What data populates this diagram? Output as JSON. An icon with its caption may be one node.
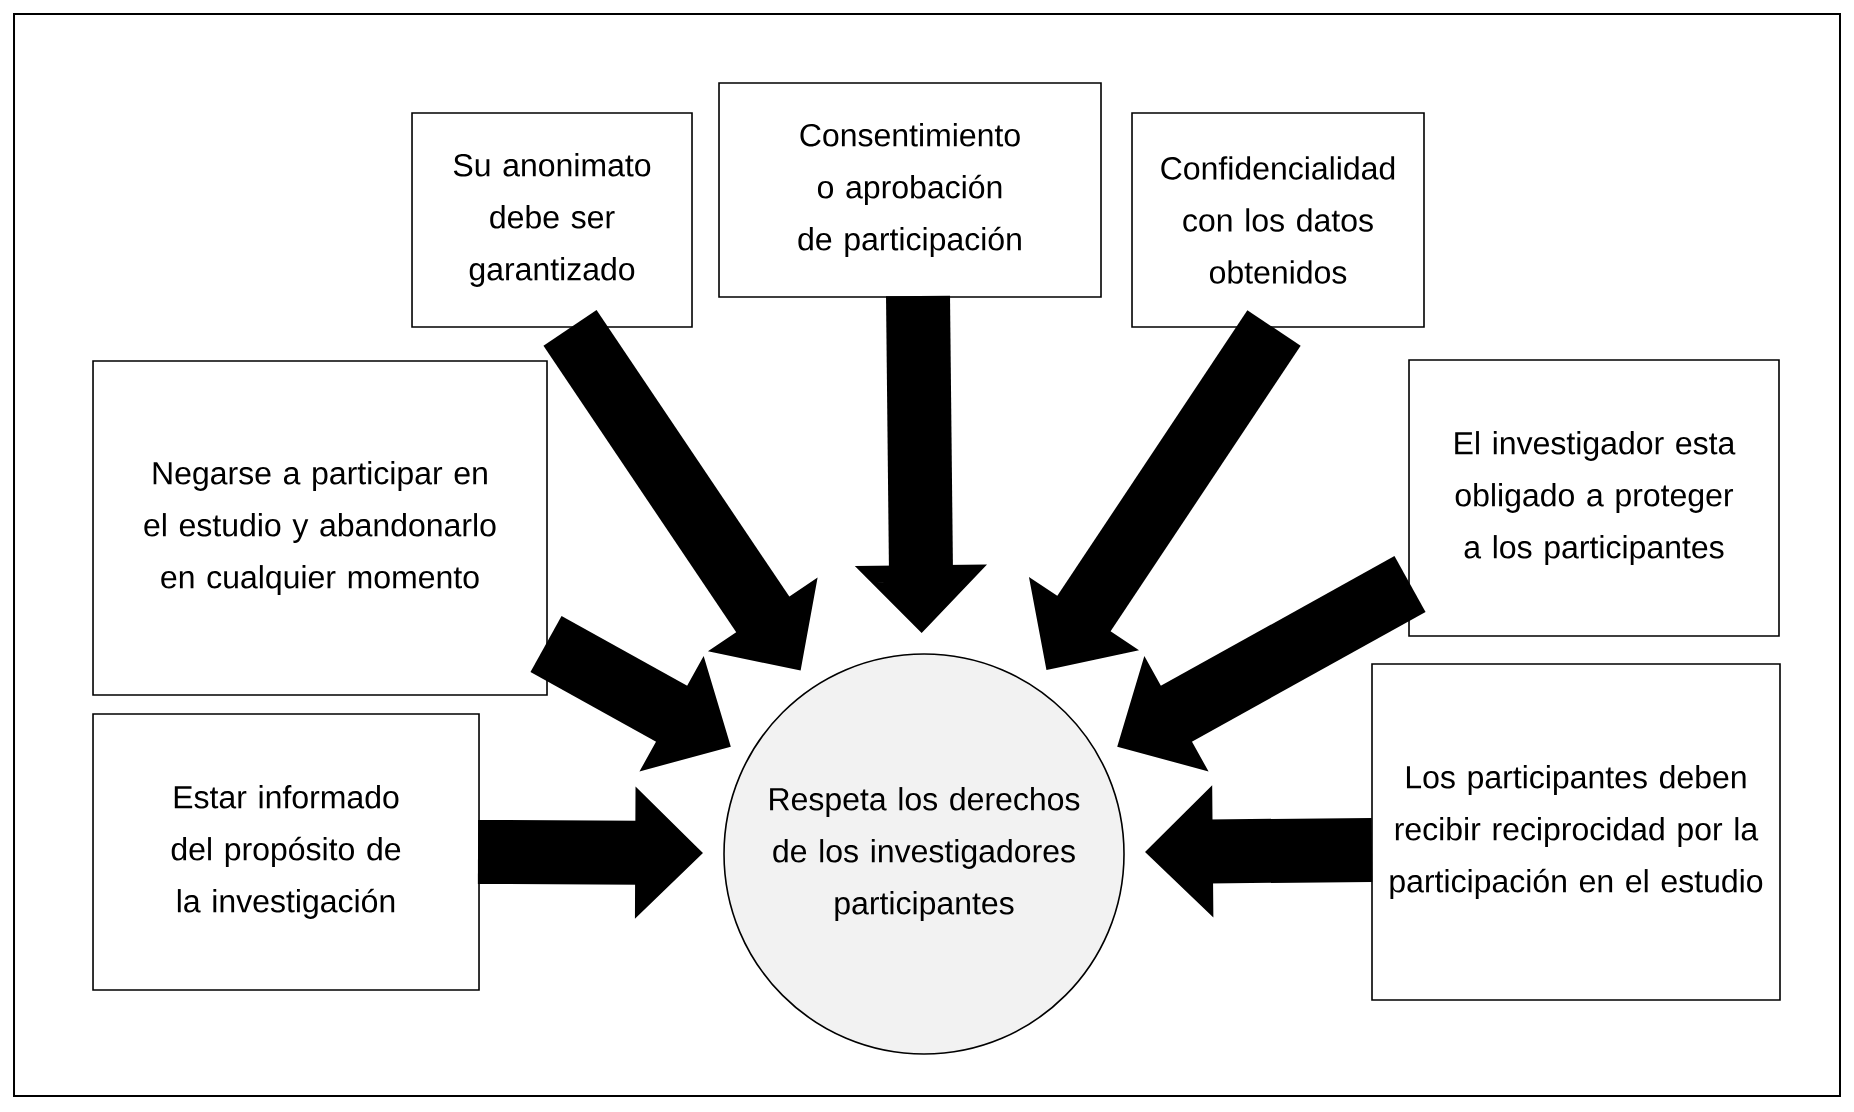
{
  "diagram": {
    "nodes": [
      {
        "text": [
          "Respeta los derechos de los investigadores participantes"
        ]
      },
      {
        "text": [
          "Su anonimato debe ser garantizado"
        ]
      },
      {
        "text": [
          "Consentimiento o aprobación de participación"
        ]
      },
      {
        "text": [
          "Confidencialidad con los datos obtenidos"
        ]
      },
      {
        "text": [
          "Negarse a participar en el estudio y abandonarlo en cualquier momento"
        ]
      },
      {
        "text": [
          "El investigador esta obligado a proteger a los participantes"
        ]
      },
      {
        "text": [
          "Estar informado del propósito de la investigación"
        ]
      },
      {
        "text": [
          "Los participantes deben recibir reciprocidad por la participación en el estudio"
        ]
      }
    ],
    "edges": [
      {
        "from": 1,
        "to": 0,
        "arrow": "to"
      },
      {
        "from": 2,
        "to": 0,
        "arrow": "to"
      },
      {
        "from": 3,
        "to": 0,
        "arrow": "to"
      },
      {
        "from": 4,
        "to": 0,
        "arrow": "to"
      },
      {
        "from": 5,
        "to": 0,
        "arrow": "to"
      },
      {
        "from": 6,
        "to": 0,
        "arrow": "to"
      },
      {
        "from": 7,
        "to": 0,
        "arrow": "to"
      }
    ]
  }
}
